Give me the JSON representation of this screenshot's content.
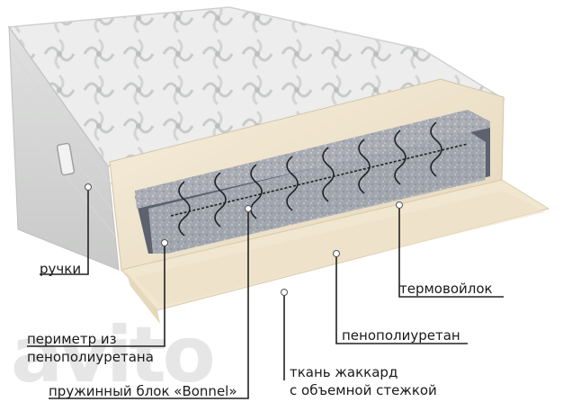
{
  "watermark": "avito",
  "labels": {
    "handles": "ручки",
    "felt": "термовойлок",
    "foam": "пенополиуретан",
    "perimeter": [
      "периметр из",
      "пенополиуретана"
    ],
    "spring_block": "пружинный блок «Bonnel»",
    "fabric": [
      "ткань жаккард",
      "с объемной стежкой"
    ]
  }
}
